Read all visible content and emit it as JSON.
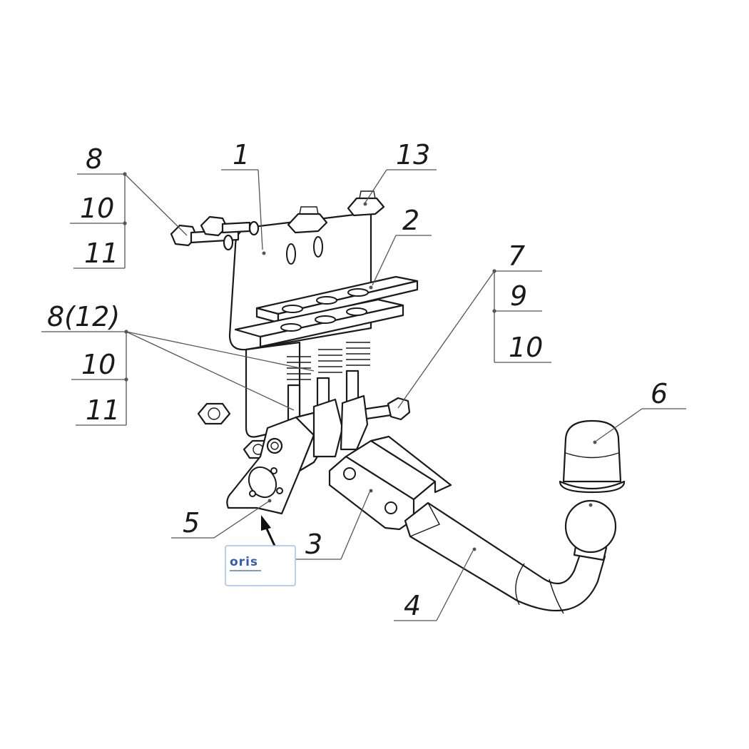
{
  "callouts": {
    "c1": "1",
    "c2": "2",
    "c3": "3",
    "c4": "4",
    "c5": "5",
    "c6": "6",
    "c7": "7",
    "c8_top": "8",
    "c10_top": "10",
    "c11_top": "11",
    "c8_12": "8(12)",
    "c10_mid": "10",
    "c11_mid": "11",
    "c9_right": "9",
    "c10_right": "10",
    "c13": "13"
  },
  "logo": {
    "text": "oris",
    "color": "#2f5fae",
    "border": "#9fc0e6"
  },
  "colors": {
    "line": "#1a1a1a",
    "leader": "#555555",
    "arrow": "#111111"
  }
}
